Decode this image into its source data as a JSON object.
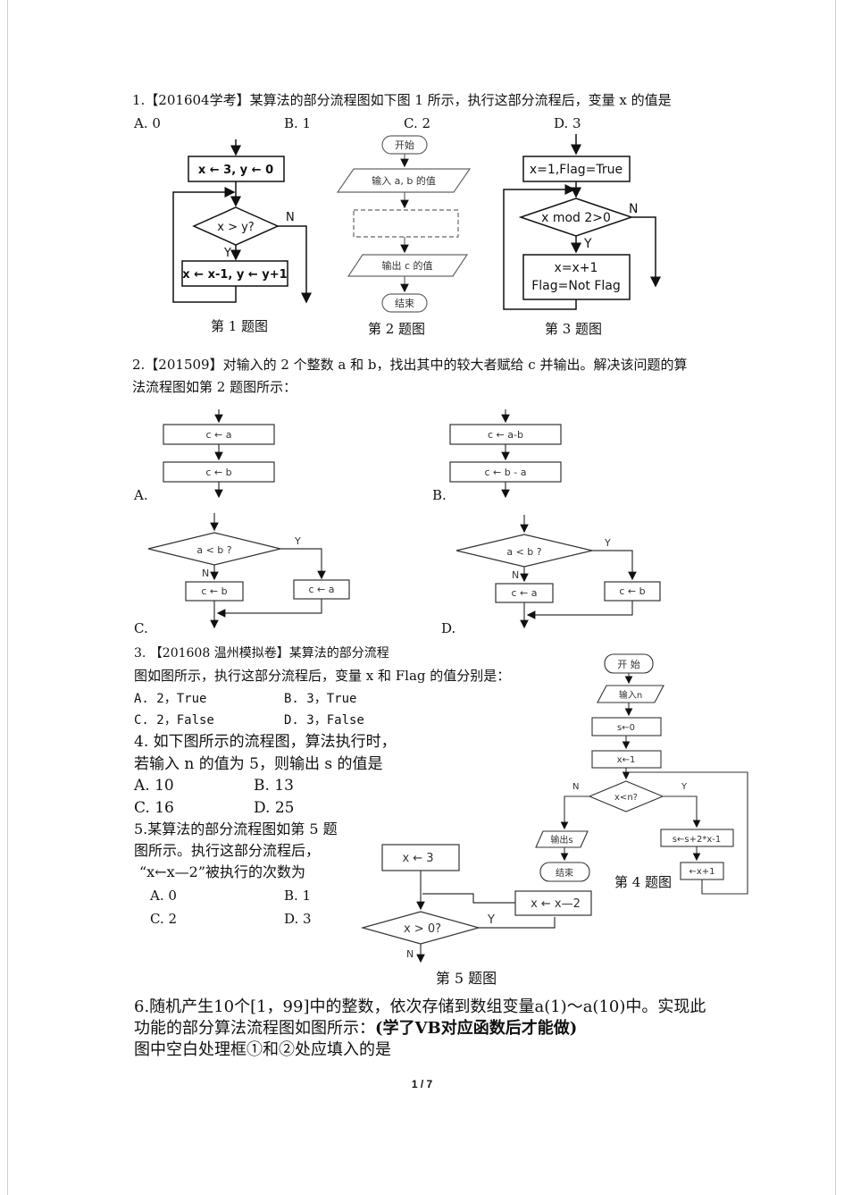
{
  "q1": {
    "stem": "1.【201604学考】某算法的部分流程图如下图 1 所示，执行这部分流程后，变量 x 的值是",
    "options": [
      "A. 0",
      "B. 1",
      "C. 2",
      "D. 3"
    ]
  },
  "fig1": {
    "init": "x ← 3, y ← 0",
    "cond": "x > y?",
    "n": "N",
    "y": "Y",
    "body": "x ← x-1,  y ← y+1",
    "caption": "第 1 题图"
  },
  "fig2": {
    "start": "开始",
    "input": "输入 a, b 的值",
    "output": "输出 c 的值",
    "end": "结束",
    "caption": "第 2 题图"
  },
  "fig3": {
    "init": "x=1,Flag=True",
    "cond": "x mod 2>0",
    "n": "N",
    "y": "Y",
    "body1": "x=x+1",
    "body2": "Flag=Not Flag",
    "caption": "第 3 题图"
  },
  "q2": {
    "line1": "2.【201509】对输入的 2 个整数 a 和 b，找出其中的较大者赋给 c 并输出。解决该问题的算",
    "line2": "法流程图如第 2 题图所示：",
    "labelA": "A.",
    "labelB": "B.",
    "labelC": "C.",
    "labelD": "D.",
    "a_box1": "c ← a",
    "a_box2": "c ← b",
    "b_box1": "c ← a-b",
    "b_box2": "c ← b - a",
    "c_cond": "a < b ?",
    "c_left": "c ← b",
    "c_right": "c ← a",
    "d_cond": "a < b ?",
    "d_left": "c ← a",
    "d_right": "c ← b",
    "yes": "Y",
    "no": "N"
  },
  "q3": {
    "line1": "3.  【201608 温州模拟卷】某算法的部分流程",
    "line2": "图如图所示，执行这部分流程后，变量 x 和 Flag 的值分别是：",
    "opt_a": "A. 2，True",
    "opt_b": "B. 3，True",
    "opt_c": "C. 2，False",
    "opt_d": "D. 3，False"
  },
  "q4": {
    "line1": "4.  如下图所示的流程图，算法执行时，",
    "line2": "若输入 n 的值为 5，则输出 s 的值是",
    "opt_a": "A.  10",
    "opt_b": "B.  13",
    "opt_c": "C.  16",
    "opt_d": "D.  25"
  },
  "fig4": {
    "start": "开 始",
    "input": "输入n",
    "s0": "s←0",
    "x1": "x←1",
    "cond": "x<n?",
    "n": "N",
    "y": "Y",
    "output": "输出s",
    "end": "结束",
    "body1": "s←s+2*x-1",
    "body2": "←x+1",
    "caption": "第 4 题图"
  },
  "q5": {
    "line1": "5.某算法的部分流程图如第 5 题",
    "line2": "图所示。执行这部分流程后，",
    "line3": "“x←x—2”被执行的次数为",
    "opt_a": "A.  0",
    "opt_b": "B.  1",
    "opt_c": "C.  2",
    "opt_d": "D.  3"
  },
  "fig5": {
    "init": "x ← 3",
    "cond": "x > 0?",
    "body": "x ← x—2",
    "y": "Y",
    "n": "N",
    "caption": "第 5 题图"
  },
  "q6": {
    "line1": "6.随机产生10个[1，99]中的整数，依次存储到数组变量a(1)～a(10)中。实现此",
    "line2a": "功能的部分算法流程图如图所示：",
    "line2b": "(学了VB对应函数后才能做)",
    "line3": "图中空白处理框①和②处应填入的是"
  },
  "page": {
    "number": "1 / 7"
  }
}
